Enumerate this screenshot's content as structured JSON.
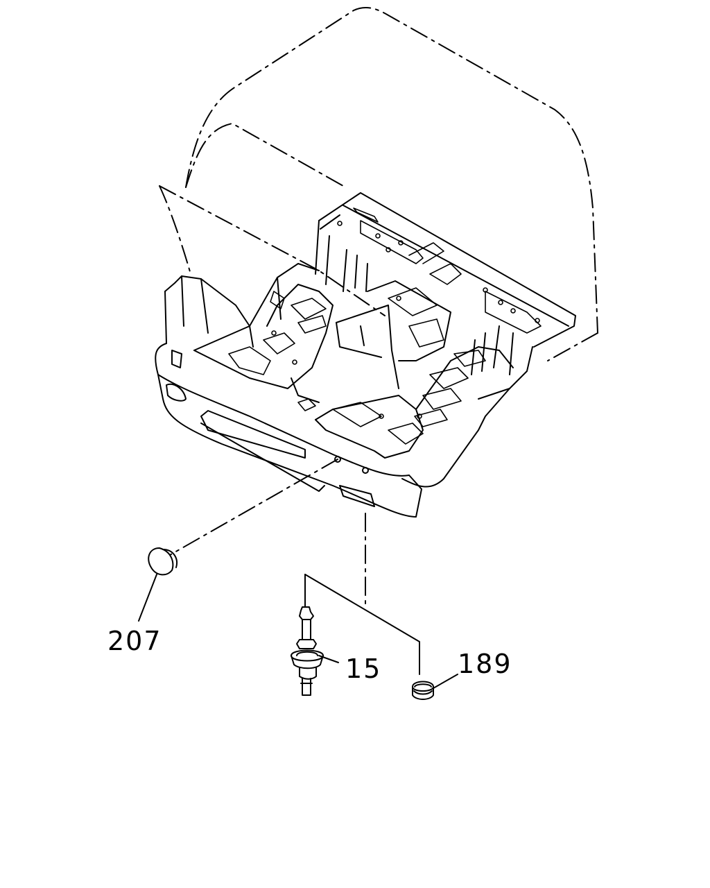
{
  "callouts": {
    "part_207": "207",
    "part_15": "15",
    "part_189": "189"
  },
  "colors": {
    "line": "#000000",
    "background": "#ffffff"
  }
}
